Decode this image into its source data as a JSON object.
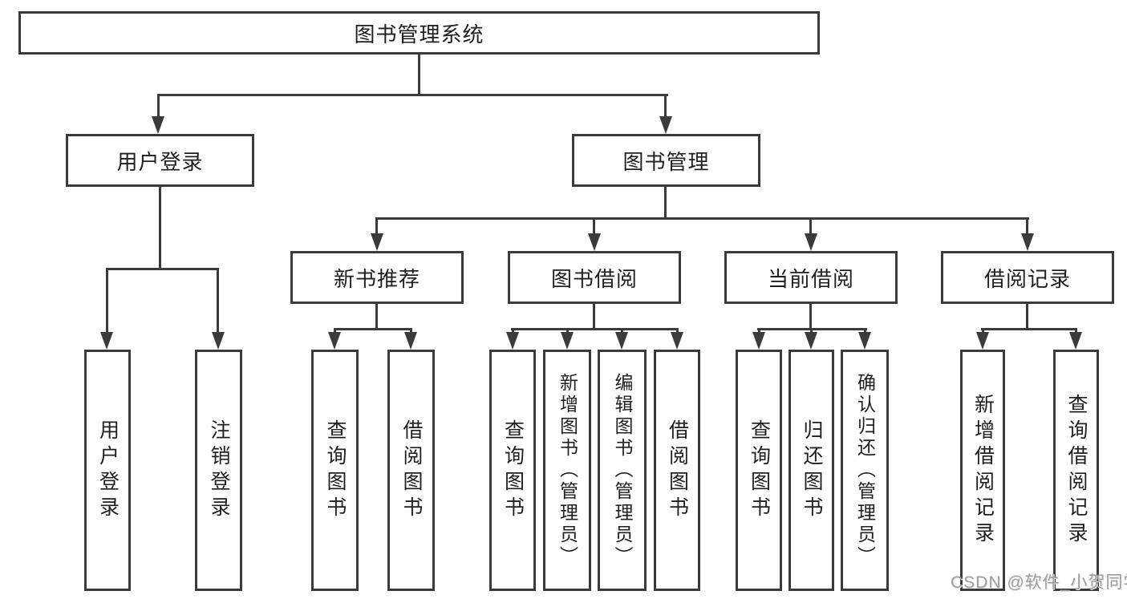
{
  "diagram_title": "图书管理系统",
  "colors": {
    "background": "#ffffff",
    "box_fill": "#ffffff",
    "box_border": "#3b3b3b",
    "line": "#3b3b3b",
    "text": "#1f1f1f",
    "watermark": "#9e9e9e"
  },
  "watermark": {
    "text": "CSDN @软件_小贺同学"
  },
  "tree": {
    "label": "图书管理系统",
    "children": [
      {
        "label": "用户登录",
        "children": [
          {
            "label": "用户登录"
          },
          {
            "label": "注销登录"
          }
        ]
      },
      {
        "label": "图书管理",
        "children": [
          {
            "label": "新书推荐",
            "children": [
              {
                "label": "查询图书"
              },
              {
                "label": "借阅图书"
              }
            ]
          },
          {
            "label": "图书借阅",
            "children": [
              {
                "label": "查询图书"
              },
              {
                "label": "新增图书（管理员）"
              },
              {
                "label": "编辑图书（管理员）"
              },
              {
                "label": "借阅图书"
              }
            ]
          },
          {
            "label": "当前借阅",
            "children": [
              {
                "label": "查询图书"
              },
              {
                "label": "归还图书"
              },
              {
                "label": "确认归还（管理员）"
              }
            ]
          },
          {
            "label": "借阅记录",
            "children": [
              {
                "label": "新增借阅记录"
              },
              {
                "label": "查询借阅记录"
              }
            ]
          }
        ]
      }
    ]
  }
}
